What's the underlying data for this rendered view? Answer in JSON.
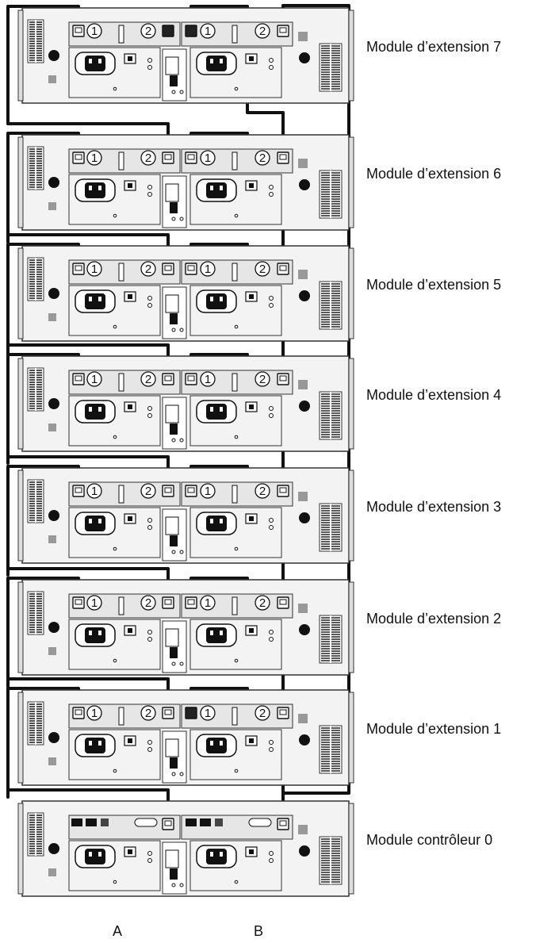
{
  "modules": [
    {
      "label": "Module d’extension 7",
      "kind": "extension",
      "port_b1_dark": true,
      "port_a2_dark": true
    },
    {
      "label": "Module d’extension 6",
      "kind": "extension",
      "port_b1_dark": false,
      "port_a2_dark": false
    },
    {
      "label": "Module d’extension 5",
      "kind": "extension",
      "port_b1_dark": false,
      "port_a2_dark": false
    },
    {
      "label": "Module d’extension 4",
      "kind": "extension",
      "port_b1_dark": false,
      "port_a2_dark": false
    },
    {
      "label": "Module d’extension 3",
      "kind": "extension",
      "port_b1_dark": false,
      "port_a2_dark": false
    },
    {
      "label": "Module d’extension 2",
      "kind": "extension",
      "port_b1_dark": false,
      "port_a2_dark": false
    },
    {
      "label": "Module d’extension 1",
      "kind": "extension",
      "port_b1_dark": true,
      "port_a2_dark": false
    },
    {
      "label": "Module contrôleur 0",
      "kind": "controller",
      "port_b1_dark": false,
      "port_a2_dark": false
    }
  ],
  "port_numbers": [
    "1",
    "2"
  ],
  "side_labels": {
    "a": "A",
    "b": "B"
  },
  "colors": {
    "cable": "#111111",
    "chassis": "#f3f3f3",
    "panel": "#e6e6e6",
    "dark": "#222222"
  }
}
